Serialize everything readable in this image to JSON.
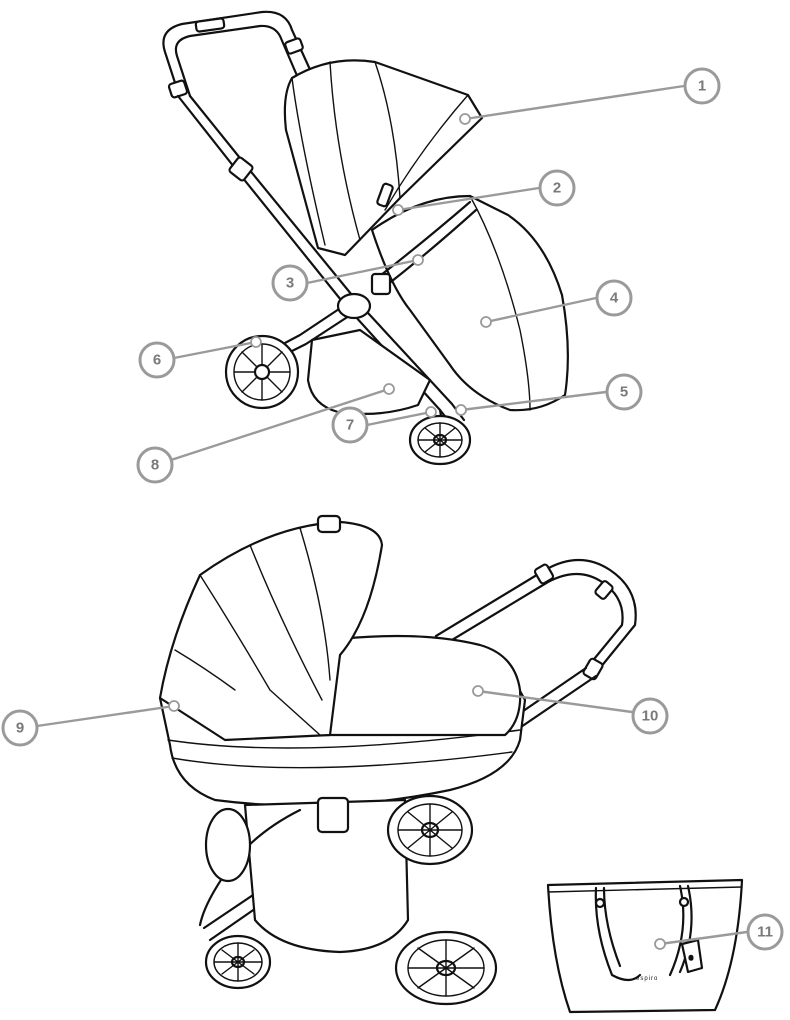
{
  "callouts": [
    {
      "id": "1",
      "label": "1"
    },
    {
      "id": "2",
      "label": "2"
    },
    {
      "id": "3",
      "label": "3"
    },
    {
      "id": "4",
      "label": "4"
    },
    {
      "id": "5",
      "label": "5"
    },
    {
      "id": "6",
      "label": "6"
    },
    {
      "id": "7",
      "label": "7"
    },
    {
      "id": "8",
      "label": "8"
    },
    {
      "id": "9",
      "label": "9"
    },
    {
      "id": "10",
      "label": "10"
    },
    {
      "id": "11",
      "label": "11"
    }
  ],
  "bag": {
    "brand_text": "espiro"
  },
  "colors": {
    "line": "#111111",
    "callout": "#9a9a9a",
    "background": "#ffffff"
  }
}
